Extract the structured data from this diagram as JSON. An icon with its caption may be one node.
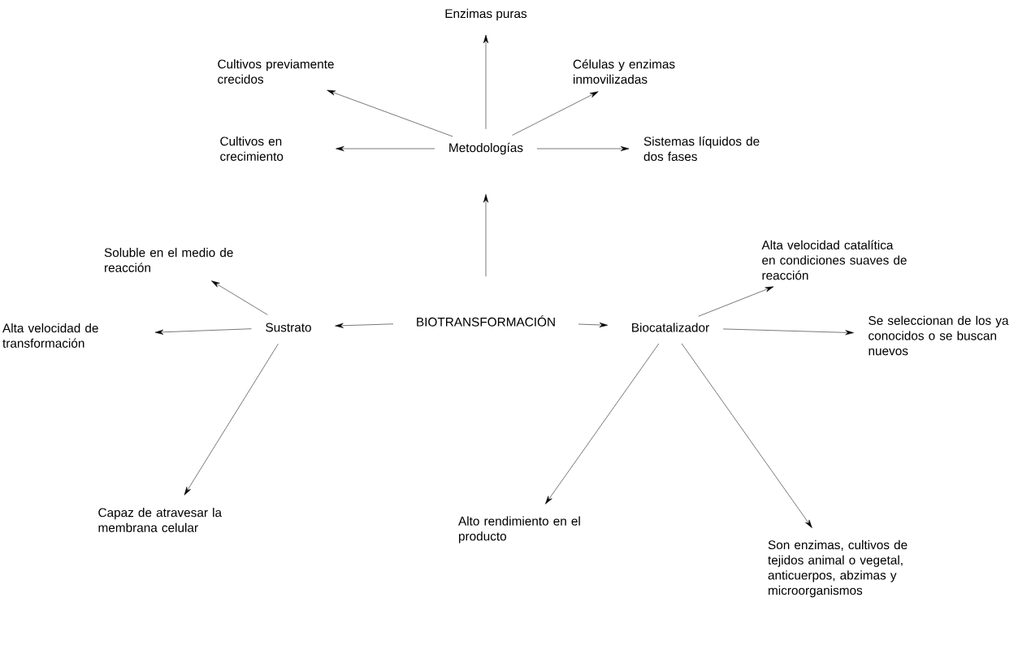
{
  "diagram": {
    "nodes": [
      {
        "text": [
          "BIOTRANSFORMACIÓN"
        ]
      },
      {
        "text": [
          "Metodologías"
        ]
      },
      {
        "text": [
          "Cultivos en crecimiento"
        ]
      },
      {
        "text": [
          "Cultivos previamente crecidos"
        ]
      },
      {
        "text": [
          "Enzimas puras"
        ]
      },
      {
        "text": [
          "Células y enzimas inmovilizadas"
        ]
      },
      {
        "text": [
          "Sistemas líquidos de dos fases"
        ]
      },
      {
        "text": [
          "Sustrato"
        ]
      },
      {
        "text": [
          "Soluble en el medio de reacción"
        ]
      },
      {
        "text": [
          "Alta velocidad de transformación"
        ]
      },
      {
        "text": [
          "Capaz de atravesar la membrana celular"
        ]
      },
      {
        "text": [
          "Biocatalizador"
        ]
      },
      {
        "text": [
          "Alta velocidad catalítica en condiciones suaves de reacción"
        ]
      },
      {
        "text": [
          "Se seleccionan de los ya conocidos o se buscan nuevos"
        ]
      },
      {
        "text": [
          "Alto rendimiento en el producto"
        ]
      },
      {
        "text": [
          "Son enzimas, cultivos de tejidos animal o vegetal, anticuerpos, abzimas y microorganismos"
        ]
      }
    ],
    "edges": [
      {
        "from": 0,
        "to": 1,
        "arrow": "to"
      },
      {
        "from": 1,
        "to": 2,
        "arrow": "to"
      },
      {
        "from": 1,
        "to": 3,
        "arrow": "to"
      },
      {
        "from": 1,
        "to": 4,
        "arrow": "to"
      },
      {
        "from": 1,
        "to": 5,
        "arrow": "to"
      },
      {
        "from": 1,
        "to": 6,
        "arrow": "to"
      },
      {
        "from": 0,
        "to": 7,
        "arrow": "to"
      },
      {
        "from": 0,
        "to": 11,
        "arrow": "to"
      },
      {
        "from": 7,
        "to": 8,
        "arrow": "to"
      },
      {
        "from": 7,
        "to": 9,
        "arrow": "to"
      },
      {
        "from": 7,
        "to": 10,
        "arrow": "to"
      },
      {
        "from": 11,
        "to": 12,
        "arrow": "to"
      },
      {
        "from": 11,
        "to": 13,
        "arrow": "to"
      },
      {
        "from": 11,
        "to": 14,
        "arrow": "to"
      },
      {
        "from": 11,
        "to": 15,
        "arrow": "to"
      }
    ]
  }
}
